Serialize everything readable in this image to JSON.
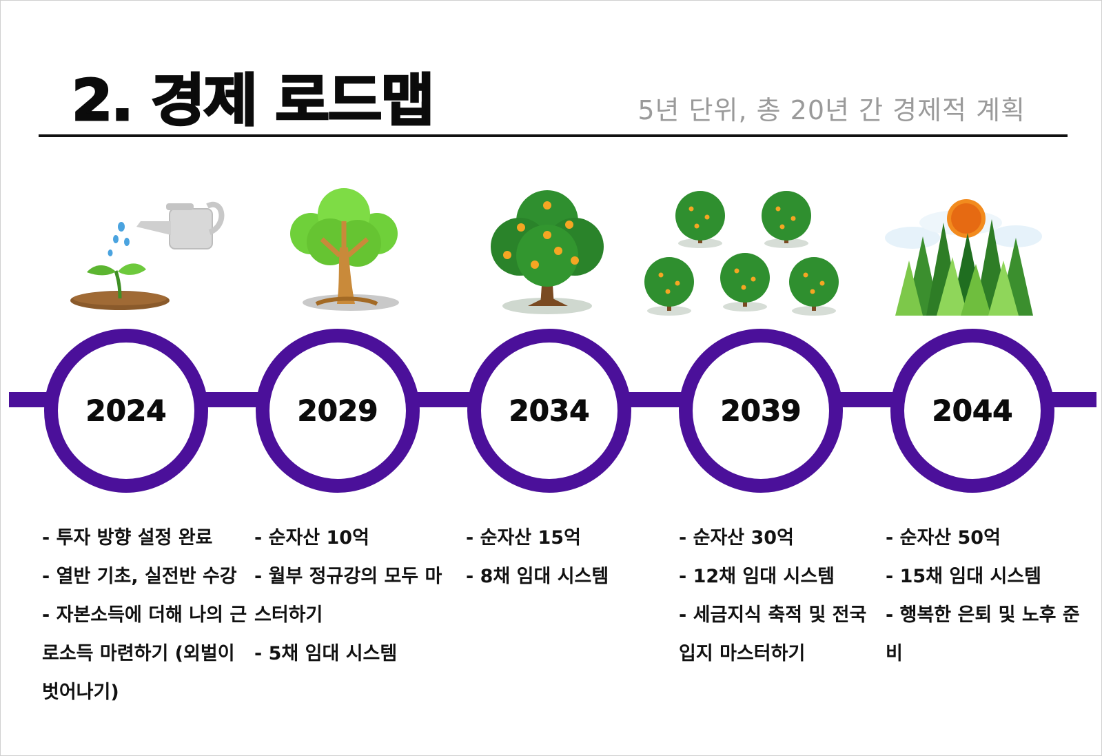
{
  "header": {
    "title": "2. 경제 로드맵",
    "subtitle": "5년 단위, 총 20년 간 경제적 계획"
  },
  "colors": {
    "timeline": "#4b109a",
    "subtitle": "#9a9a9a",
    "text": "#111111"
  },
  "milestones": [
    {
      "year": "2024",
      "illustration": "seedling-watering-can",
      "notes": [
        "- 투자 방향 설정 완료",
        "- 열반 기초, 실전반 수강",
        "- 자본소득에 더해 나의 근로소득 마련하기 (외벌이 벗어나기)"
      ]
    },
    {
      "year": "2029",
      "illustration": "young-tree",
      "notes": [
        "- 순자산 10억",
        "- 월부 정규강의 모두 마스터하기",
        "- 5채 임대 시스템"
      ]
    },
    {
      "year": "2034",
      "illustration": "fruit-tree",
      "notes": [
        "- 순자산 15억",
        "- 8채 임대 시스템"
      ]
    },
    {
      "year": "2039",
      "illustration": "fruit-orchard",
      "notes": [
        "- 순자산 30억",
        "- 12채 임대 시스템",
        "- 세금지식 축적 및 전국입지 마스터하기"
      ]
    },
    {
      "year": "2044",
      "illustration": "pine-forest-sun",
      "notes": [
        "- 순자산 50억",
        "- 15채 임대 시스템",
        "- 행복한 은퇴 및 노후 준비"
      ]
    }
  ]
}
